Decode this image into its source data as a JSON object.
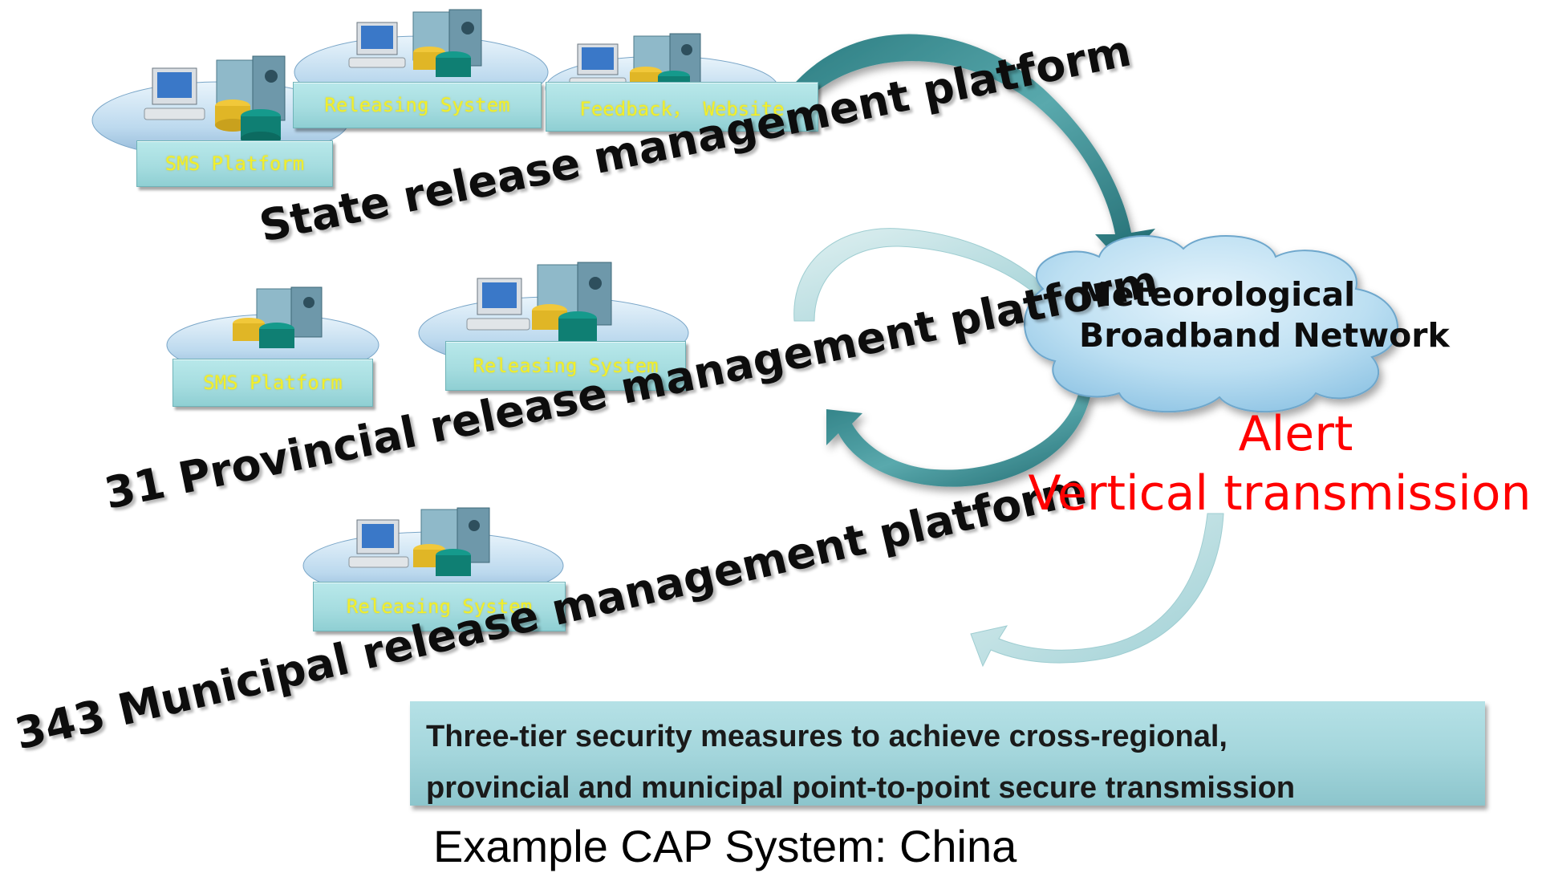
{
  "state_tier": {
    "label": "State release management platform",
    "systems": [
      "SMS Platform",
      "Releasing System",
      "Feedback， Website"
    ]
  },
  "provincial_tier": {
    "label": "31 Provincial release management platform",
    "systems": [
      "SMS Platform",
      "Releasing System"
    ]
  },
  "municipal_tier": {
    "label": "343 Municipal release management platform",
    "systems": [
      "Releasing System"
    ]
  },
  "network": {
    "line1": "Meteorological",
    "line2": "Broadband Network",
    "icon": "cloud-icon"
  },
  "alert": {
    "line1": "Alert",
    "line2": "Vertical transmission",
    "color": "#ff0000"
  },
  "security_note": {
    "line1": "Three-tier security measures to achieve cross-regional,",
    "line2": "provincial and municipal point-to-point secure transmission"
  },
  "caption": "Example CAP System: China",
  "colors": {
    "label_text": "#f2ef2a",
    "label_fill": "#a6dde0",
    "arrow_dark": "#2e8086",
    "arrow_light": "#b8dfe2",
    "cloud": "#b6dcf0"
  }
}
